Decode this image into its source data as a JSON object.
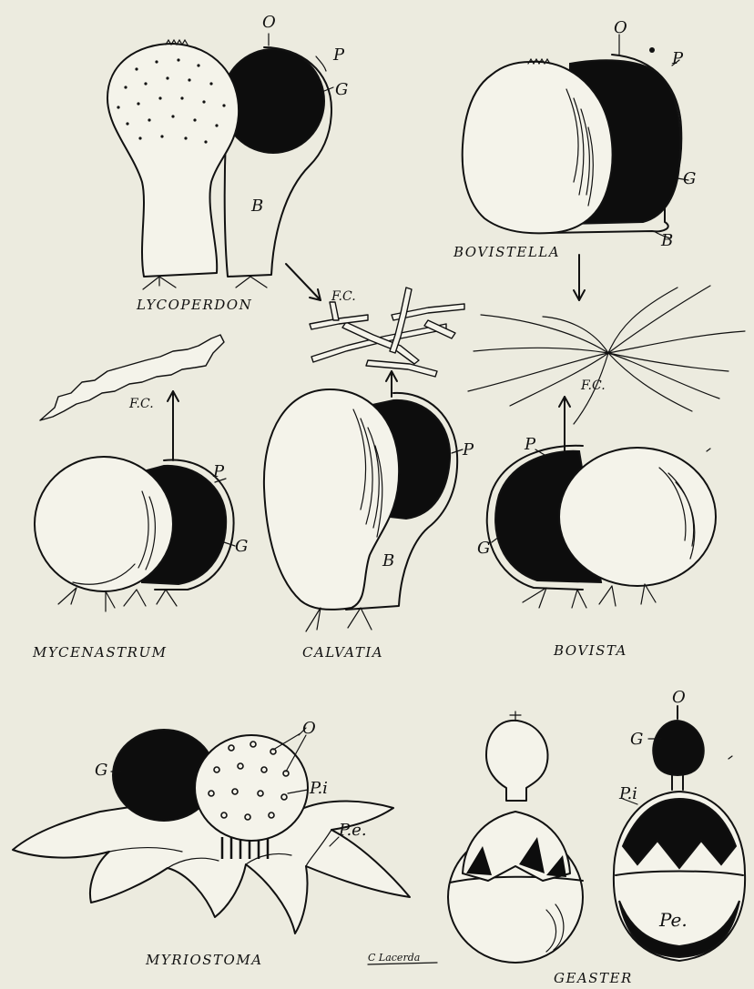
{
  "genera": {
    "lycoperdon": "LYCOPERDON",
    "bovistella": "BOVISTELLA",
    "mycenastrum": "MYCENASTRUM",
    "calvatia": "CALVATIA",
    "bovista": "BOVISTA",
    "myriostoma": "MYRIOSTOMA",
    "geaster": "GEASTER"
  },
  "labels": {
    "ostiole": "O",
    "peridium": "P",
    "gleba": "G",
    "base": "B",
    "capillitium": "F.C.",
    "inner_peridium": "P.i",
    "outer_peridium": "P.e.",
    "outer_peridium_geaster": "Pe."
  },
  "signature": "C Lacerda"
}
